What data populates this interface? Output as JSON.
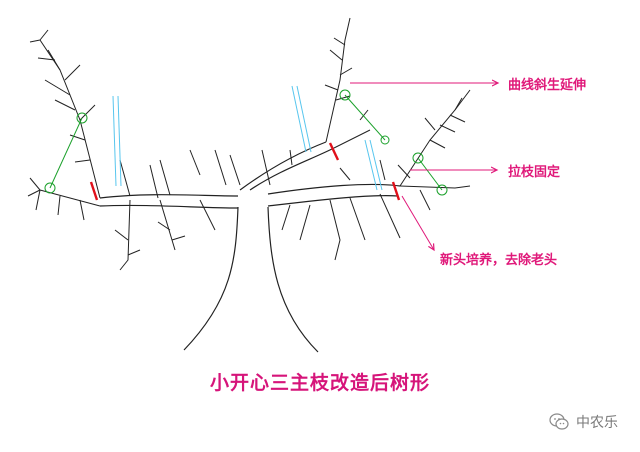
{
  "labels": {
    "extend": "曲线斜生延伸",
    "fix": "拉枝固定",
    "renew": "新头培养，去除老头"
  },
  "title": "小开心三主枝改造后树形",
  "watermark": {
    "text": "中农乐",
    "icon": "wechat-icon"
  },
  "colors": {
    "label": "#e0197a",
    "title": "#d6147a",
    "arrow": "#e0197a",
    "cut_mark": "#e0101a",
    "guide_line": "#1aa02a",
    "support_line": "#58c6ee",
    "tree_outline": "#222222"
  }
}
